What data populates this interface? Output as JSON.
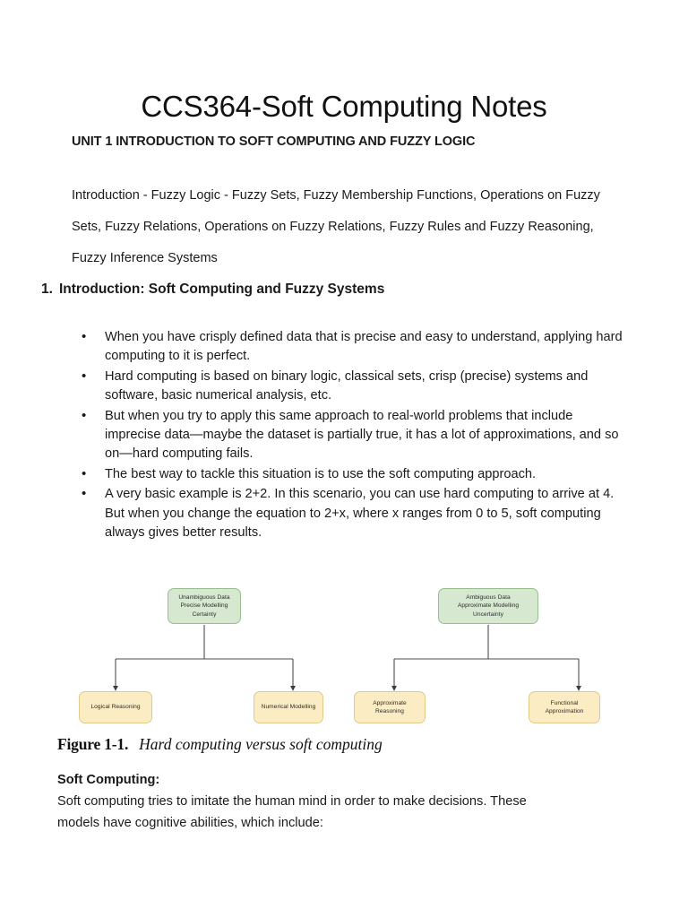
{
  "document": {
    "title": "CCS364-Soft Computing Notes",
    "unit_heading": "UNIT 1 INTRODUCTION TO SOFT COMPUTING AND FUZZY LOGIC",
    "syllabus": "Introduction - Fuzzy Logic - Fuzzy Sets, Fuzzy Membership Functions, Operations on Fuzzy Sets, Fuzzy Relations, Operations on Fuzzy Relations, Fuzzy Rules and Fuzzy Reasoning, Fuzzy Inference Systems",
    "section": {
      "number": "1.",
      "title": "Introduction: Soft Computing and Fuzzy Systems"
    },
    "bullets": [
      "When you have crisply defined data that is precise and easy to understand, applying hard computing to it is perfect.",
      "Hard computing is based on binary logic, classical sets, crisp (precise) systems and software, basic numerical analysis, etc.",
      "But when you try to apply this same approach to real-world problems that include imprecise data—maybe the dataset is partially true, it has a lot of approximations, and so on—hard computing fails.",
      "The best way to tackle this situation is to use the soft computing approach.",
      "A very basic example is 2+2. In this scenario, you can use hard computing to arrive at 4. But when you change the equation to 2+x, where x ranges from 0 to 5, soft computing always gives better results."
    ],
    "figure": {
      "caption_label": "Figure 1-1.",
      "caption_text": "Hard computing versus soft computing",
      "colors": {
        "green_fill": "#d6e8d0",
        "green_border": "#97bf8c",
        "yellow_fill": "#fbecc3",
        "yellow_border": "#e2c98a",
        "connector": "#4d4d4d"
      },
      "nodes": {
        "hard_root": [
          "Unambiguous Data",
          "Precise Modelling",
          "Certainty"
        ],
        "soft_root": [
          "Ambiguous Data",
          "Approximate Modelling",
          "Uncertainty"
        ],
        "hard_child_1": [
          "Logical Reasoning"
        ],
        "hard_child_2": [
          "Numerical Modelling"
        ],
        "soft_child_1": [
          "Approximate",
          "Reasoning"
        ],
        "soft_child_2": [
          "Functional",
          "Approximation"
        ]
      }
    },
    "soft_computing": {
      "label": "Soft Computing:",
      "body": "Soft computing tries to imitate the human mind in order to make decisions. These models have cognitive abilities, which include:"
    }
  }
}
